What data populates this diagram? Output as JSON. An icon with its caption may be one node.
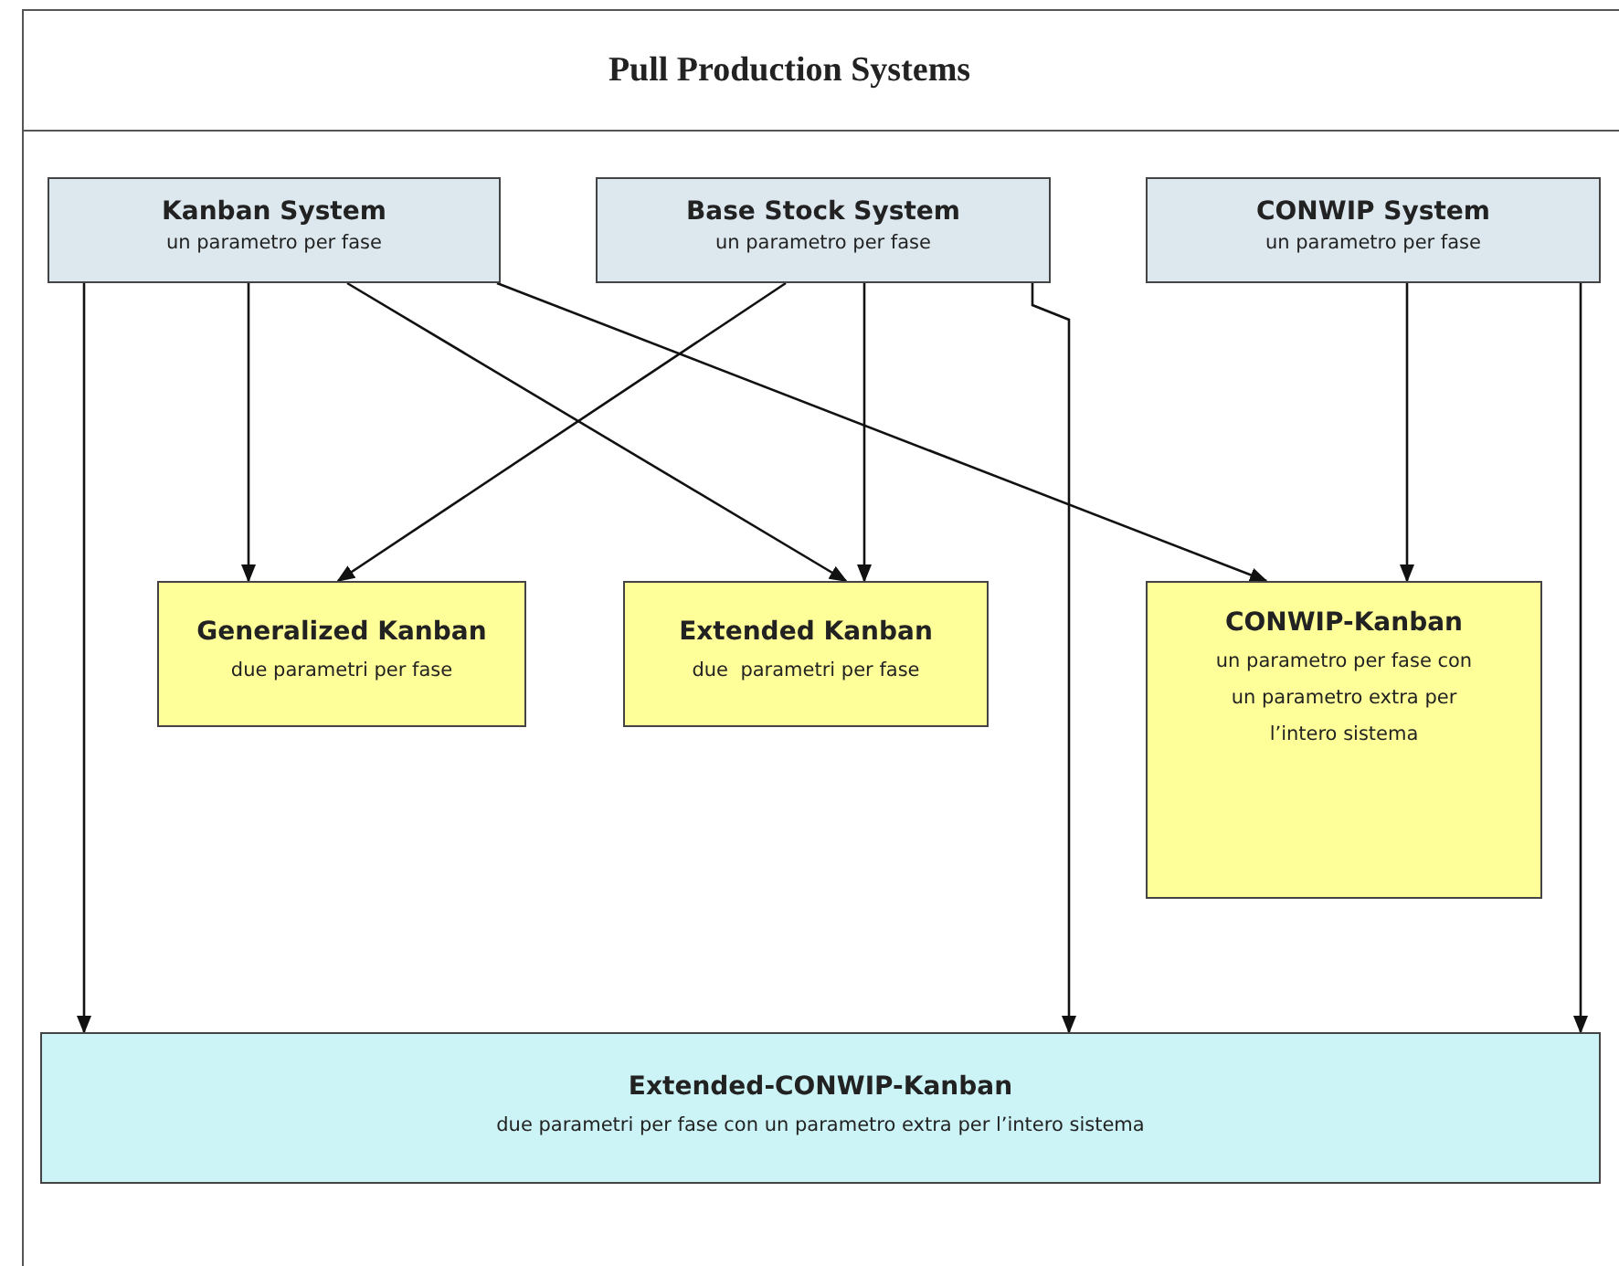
{
  "diagram": {
    "title": "Pull Production Systems",
    "nodes": [
      {
        "text": [
          "Kanban System",
          "un parametro per fase"
        ]
      },
      {
        "text": [
          "Base Stock System",
          "un parametro per fase"
        ]
      },
      {
        "text": [
          "CONWIP System",
          "un parametro per fase"
        ]
      },
      {
        "text": [
          "Generalized Kanban",
          "due parametri per fase"
        ]
      },
      {
        "text": [
          "Extended Kanban",
          "due  parametri per fase"
        ]
      },
      {
        "text": [
          "CONWIP-Kanban",
          "un parametro per fase con un parametro extra per l’intero sistema"
        ]
      },
      {
        "text": [
          "Extended-CONWIP-Kanban",
          "due parametri per fase con un parametro extra per l’intero sistema"
        ]
      }
    ],
    "edges": [
      {
        "from": 0,
        "to": 6,
        "arrow": "to"
      },
      {
        "from": 0,
        "to": 3,
        "arrow": "to"
      },
      {
        "from": 0,
        "to": 4,
        "arrow": "to"
      },
      {
        "from": 0,
        "to": 5,
        "arrow": "to"
      },
      {
        "from": 1,
        "to": 3,
        "arrow": "to"
      },
      {
        "from": 1,
        "to": 4,
        "arrow": "to"
      },
      {
        "from": 1,
        "to": 6,
        "arrow": "to"
      },
      {
        "from": 2,
        "to": 5,
        "arrow": "to"
      },
      {
        "from": 2,
        "to": 6,
        "arrow": "to"
      }
    ]
  }
}
